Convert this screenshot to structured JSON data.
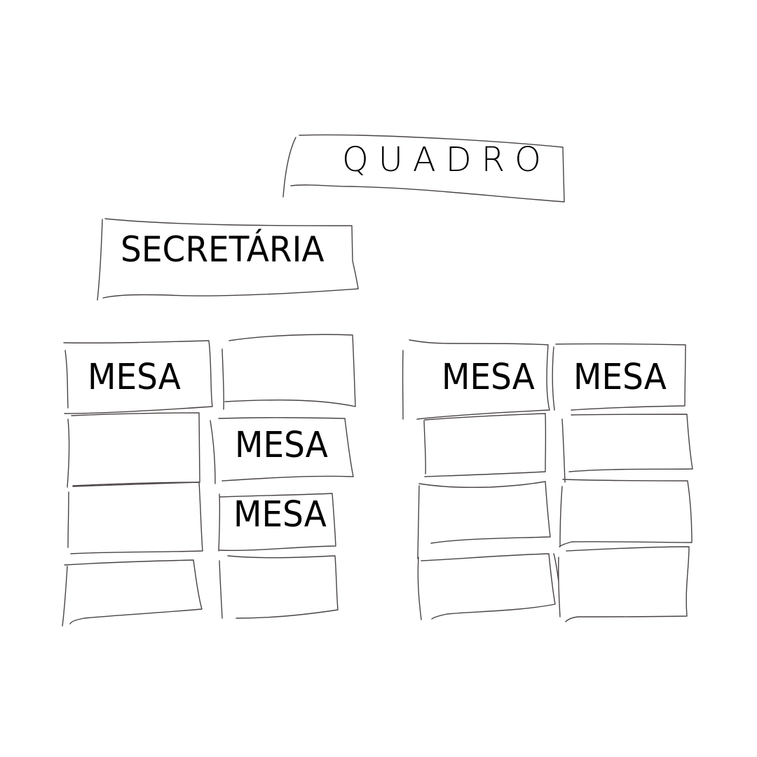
{
  "diagram": {
    "title_board": "QUADRO",
    "secretary": "SECRETÁRIA",
    "desks": {
      "left_group": {
        "row1_col1": "MESA",
        "row1_col2": "",
        "row2_col1": "",
        "row2_col2": "MESA",
        "row3_col1": "",
        "row3_col2": "MESA",
        "row4_col1": "",
        "row4_col2": ""
      },
      "right_group": {
        "row1_col1": "MESA",
        "row1_col2": "MESA",
        "row2_col1": "",
        "row2_col2": "",
        "row3_col1": "",
        "row3_col2": "",
        "row4_col1": "",
        "row4_col2": ""
      }
    },
    "colors": {
      "stroke": "#4a4443",
      "text": "#000000",
      "background": "#ffffff"
    }
  }
}
